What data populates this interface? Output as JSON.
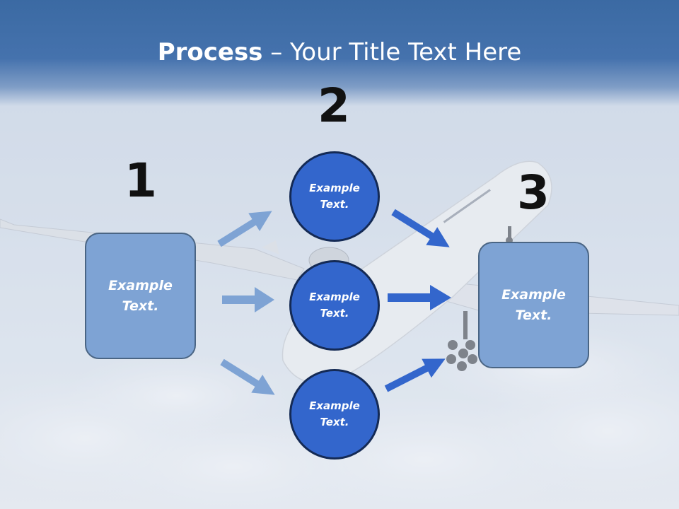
{
  "title": {
    "bold": "Process",
    "rest": " – Your Title Text Here"
  },
  "steps": {
    "one": {
      "number": "1",
      "text": "Example Text."
    },
    "two": {
      "number": "2"
    },
    "three": {
      "number": "3",
      "text": "Example Text."
    }
  },
  "circles": [
    {
      "text": "Example Text."
    },
    {
      "text": "Example Text."
    },
    {
      "text": "Example Text."
    }
  ],
  "colors": {
    "header": "#4572ad",
    "box_fill": "#7ea3d4",
    "circle_fill": "#3366cc",
    "light_arrow": "#7ea3d4",
    "dark_arrow": "#3366cc"
  }
}
